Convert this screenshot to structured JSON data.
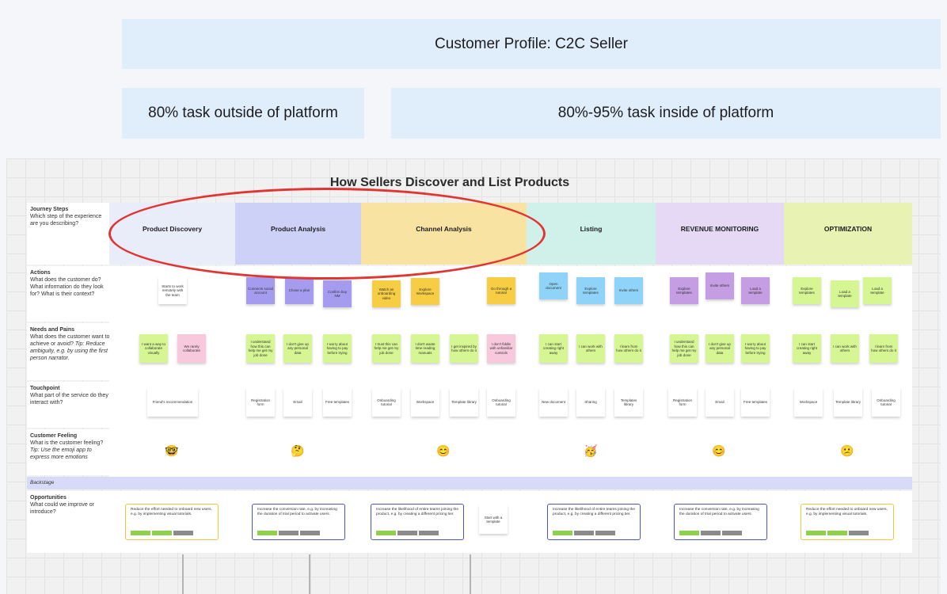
{
  "header": {
    "profile_title": "Customer Profile: C2C Seller",
    "segment_outside": "80% task  outside of platform",
    "segment_inside": "80%-95% task  inside of platform"
  },
  "board": {
    "title": "How Sellers Discover and List Products",
    "rows": {
      "journey": {
        "title": "Journey Steps",
        "desc": "Which step of the experience are you describing?"
      },
      "actions": {
        "title": "Actions",
        "desc": "What does the customer do? What information do they look for? What is their context?"
      },
      "needs": {
        "title": "Needs and Pains",
        "desc": "What does the customer want to achieve or avoid?",
        "tip": "Tip: Reduce ambiguity, e.g. by using the first person narrator."
      },
      "touchpoint": {
        "title": "Touchpoint",
        "desc": "What part of the service do they interact with?"
      },
      "feeling": {
        "title": "Customer Feeling",
        "desc": "What is the customer feeling?",
        "tip": "Tip: Use the emoji app to express more emotions"
      },
      "backstage": {
        "title": "Backstage"
      },
      "opportunities": {
        "title": "Opportunities",
        "desc": "What could we improve or introduce?"
      }
    },
    "stages": [
      {
        "name": "Product Discovery",
        "color": "#e9ecf9"
      },
      {
        "name": "Product Analysis",
        "color": "#cdd1f7"
      },
      {
        "name": "Channel Analysis",
        "color": "#f9e3a3"
      },
      {
        "name": "Listing",
        "color": "#d0f1ea"
      },
      {
        "name": "REVENUE MONITORING",
        "color": "#e6d9f6"
      },
      {
        "name": "OPTIMIZATION",
        "color": "#e7f2b3"
      }
    ],
    "actions": [
      "Starts to work remotely with the team",
      "Connects social account",
      "Chose a plan",
      "Confirm buy NM",
      "Watch an onboarding video",
      "Explore Workspace",
      "Go through a tutorial",
      "Open document",
      "Explore templates",
      "Invite others",
      "Explore templates",
      "Invite others",
      "Load a template",
      "Explore templates",
      "Load a template",
      "Load a template"
    ],
    "needs": [
      "I want a way to collaborate visually",
      "We rarely collaborate",
      "I understand how this can help me get my job done",
      "I don't give up any personal data",
      "I worry about having to pay before trying",
      "I trust this can help me get my job done",
      "I don't waste time reading manuals",
      "I get inspired by how others do it",
      "I don't fiddle with unfamiliar controls",
      "I can start creating right away",
      "I can work with others",
      "I learn from how others do it",
      "I understand how this can help me get my job done",
      "I don't give up any personal data",
      "I worry about having to pay before trying",
      "I can start creating right away",
      "I can work with others",
      "I learn from how others do it"
    ],
    "touchpoints": [
      "Friend's recommendation",
      "Registration form",
      "Email",
      "Free templates",
      "Onboarding tutorial",
      "Workspace",
      "Template library",
      "Onboarding tutorial",
      "New document",
      "Sharing",
      "Templates library",
      "Registration form",
      "Email",
      "Free templates",
      "Workspace",
      "Template library",
      "Onboarding tutorial"
    ],
    "feelings": [
      "🤓",
      "🤔",
      "😊",
      "🥳",
      "😊",
      "😕"
    ],
    "opportunities": [
      "Reduce the effort needed to onboard new users, e.g. by implementing visual tutorials.",
      "Increase the conversion rate, e.g. by increasing the duration of trial period to activate users.",
      "Increase the likelihood of entire teams joining the product, e.g. by creating a different pricing tier.",
      "Start with a template",
      "Increase the likelihood of entire teams joining the product, e.g. by creating a different pricing tier.",
      "Increase the conversion rate, e.g. by increasing the duration of trial period to activate users.",
      "Reduce the effort needed to onboard new users, e.g. by implementing visual tutorials."
    ]
  },
  "colors": {
    "annotation": "#e23531",
    "panel": "#e0edfb"
  }
}
